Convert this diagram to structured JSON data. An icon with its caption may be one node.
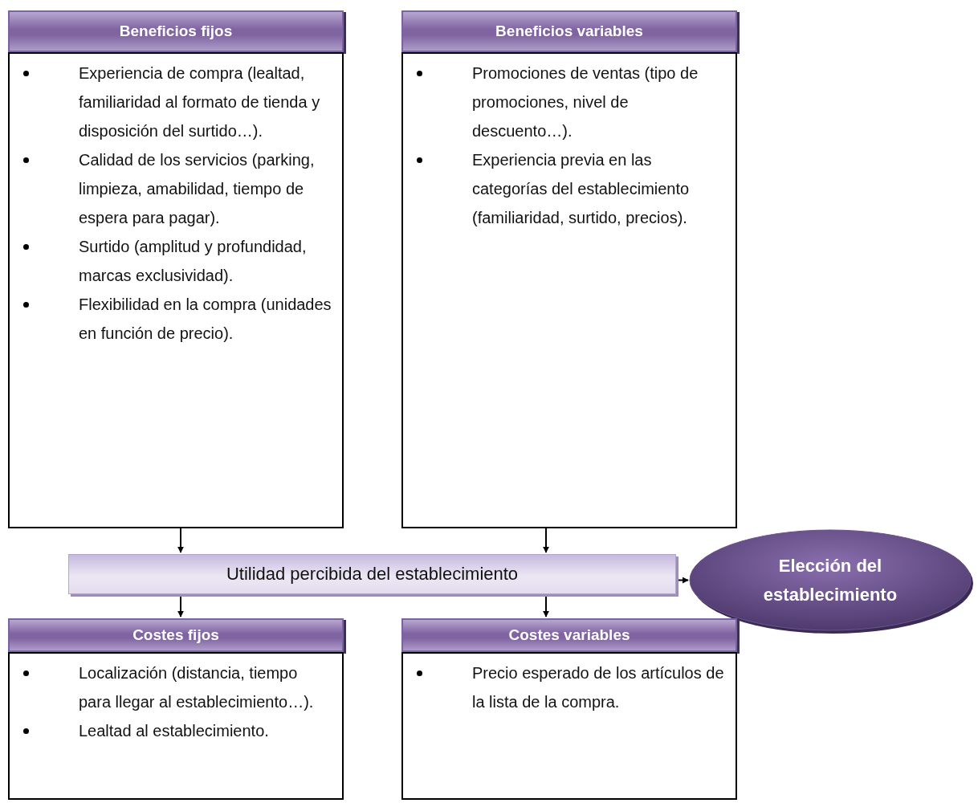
{
  "diagram": {
    "nodes": [
      {
        "text": [
          "Beneficios fijos",
          "Experiencia de compra (lealtad, familiaridad al formato de tienda y disposición del surtido…).",
          "Calidad de los servicios (parking, limpieza, amabilidad, tiempo de espera para pagar).",
          "Surtido (amplitud y profundidad, marcas exclusividad).",
          "Flexibilidad en la compra (unidades en función de precio)."
        ]
      },
      {
        "text": [
          "Beneficios variables",
          "Promociones de ventas (tipo de promociones, nivel de descuento…).",
          "Experiencia previa en las categorías del establecimiento (familiaridad, surtido, precios)."
        ]
      },
      {
        "text": [
          "Utilidad percibida del establecimiento"
        ]
      },
      {
        "text": [
          "Elección del establecimiento"
        ]
      },
      {
        "text": [
          "Costes fijos",
          "Localización (distancia, tiempo para llegar al establecimiento…).",
          "Lealtad al establecimiento."
        ]
      },
      {
        "text": [
          "Costes variables",
          "Precio esperado de los artículos de la lista de la compra."
        ]
      }
    ],
    "edges": [
      {
        "from": 0,
        "to": 2,
        "arrow": "to"
      },
      {
        "from": 1,
        "to": 2,
        "arrow": "to"
      },
      {
        "from": 2,
        "to": 3,
        "arrow": "to"
      },
      {
        "from": 2,
        "to": 4,
        "arrow": "to"
      },
      {
        "from": 2,
        "to": 5,
        "arrow": "to"
      }
    ]
  }
}
